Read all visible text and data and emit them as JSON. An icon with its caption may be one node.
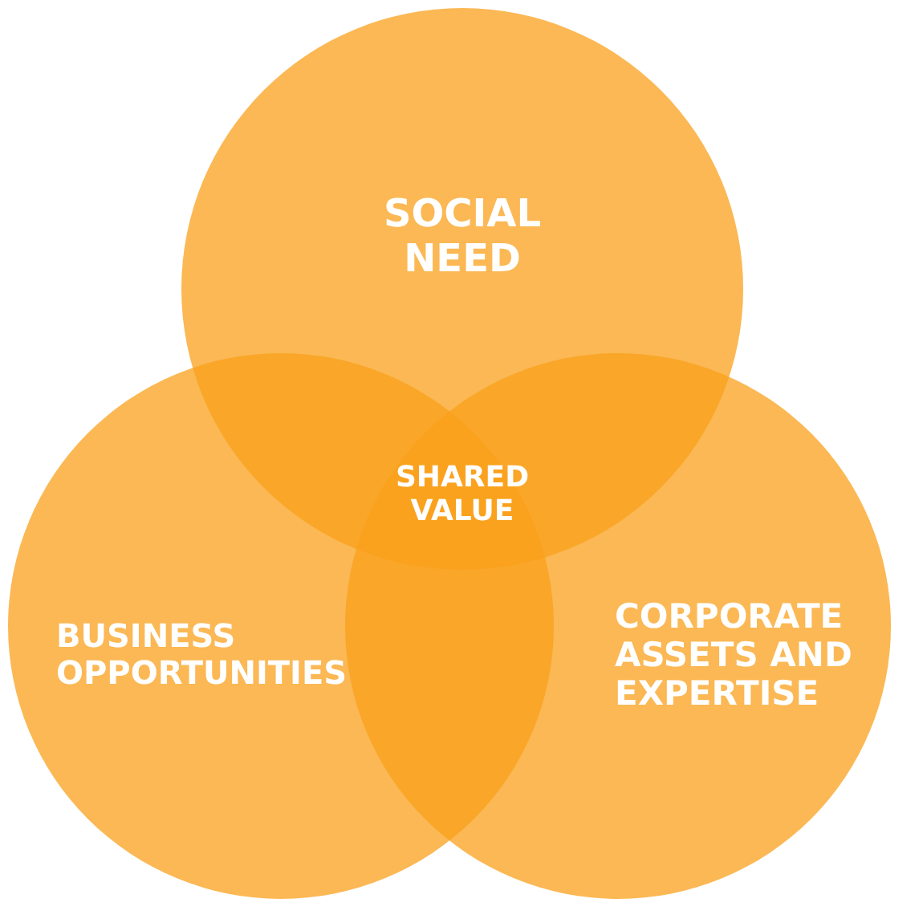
{
  "diagram": {
    "nodes": [
      {
        "text": [
          "SOCIAL NEED"
        ]
      },
      {
        "text": [
          "BUSINESS OPPORTUNITIES"
        ]
      },
      {
        "text": [
          "CORPORATE ASSETS AND EXPERTISE"
        ]
      },
      {
        "text": [
          "SHARED VALUE"
        ]
      }
    ]
  }
}
